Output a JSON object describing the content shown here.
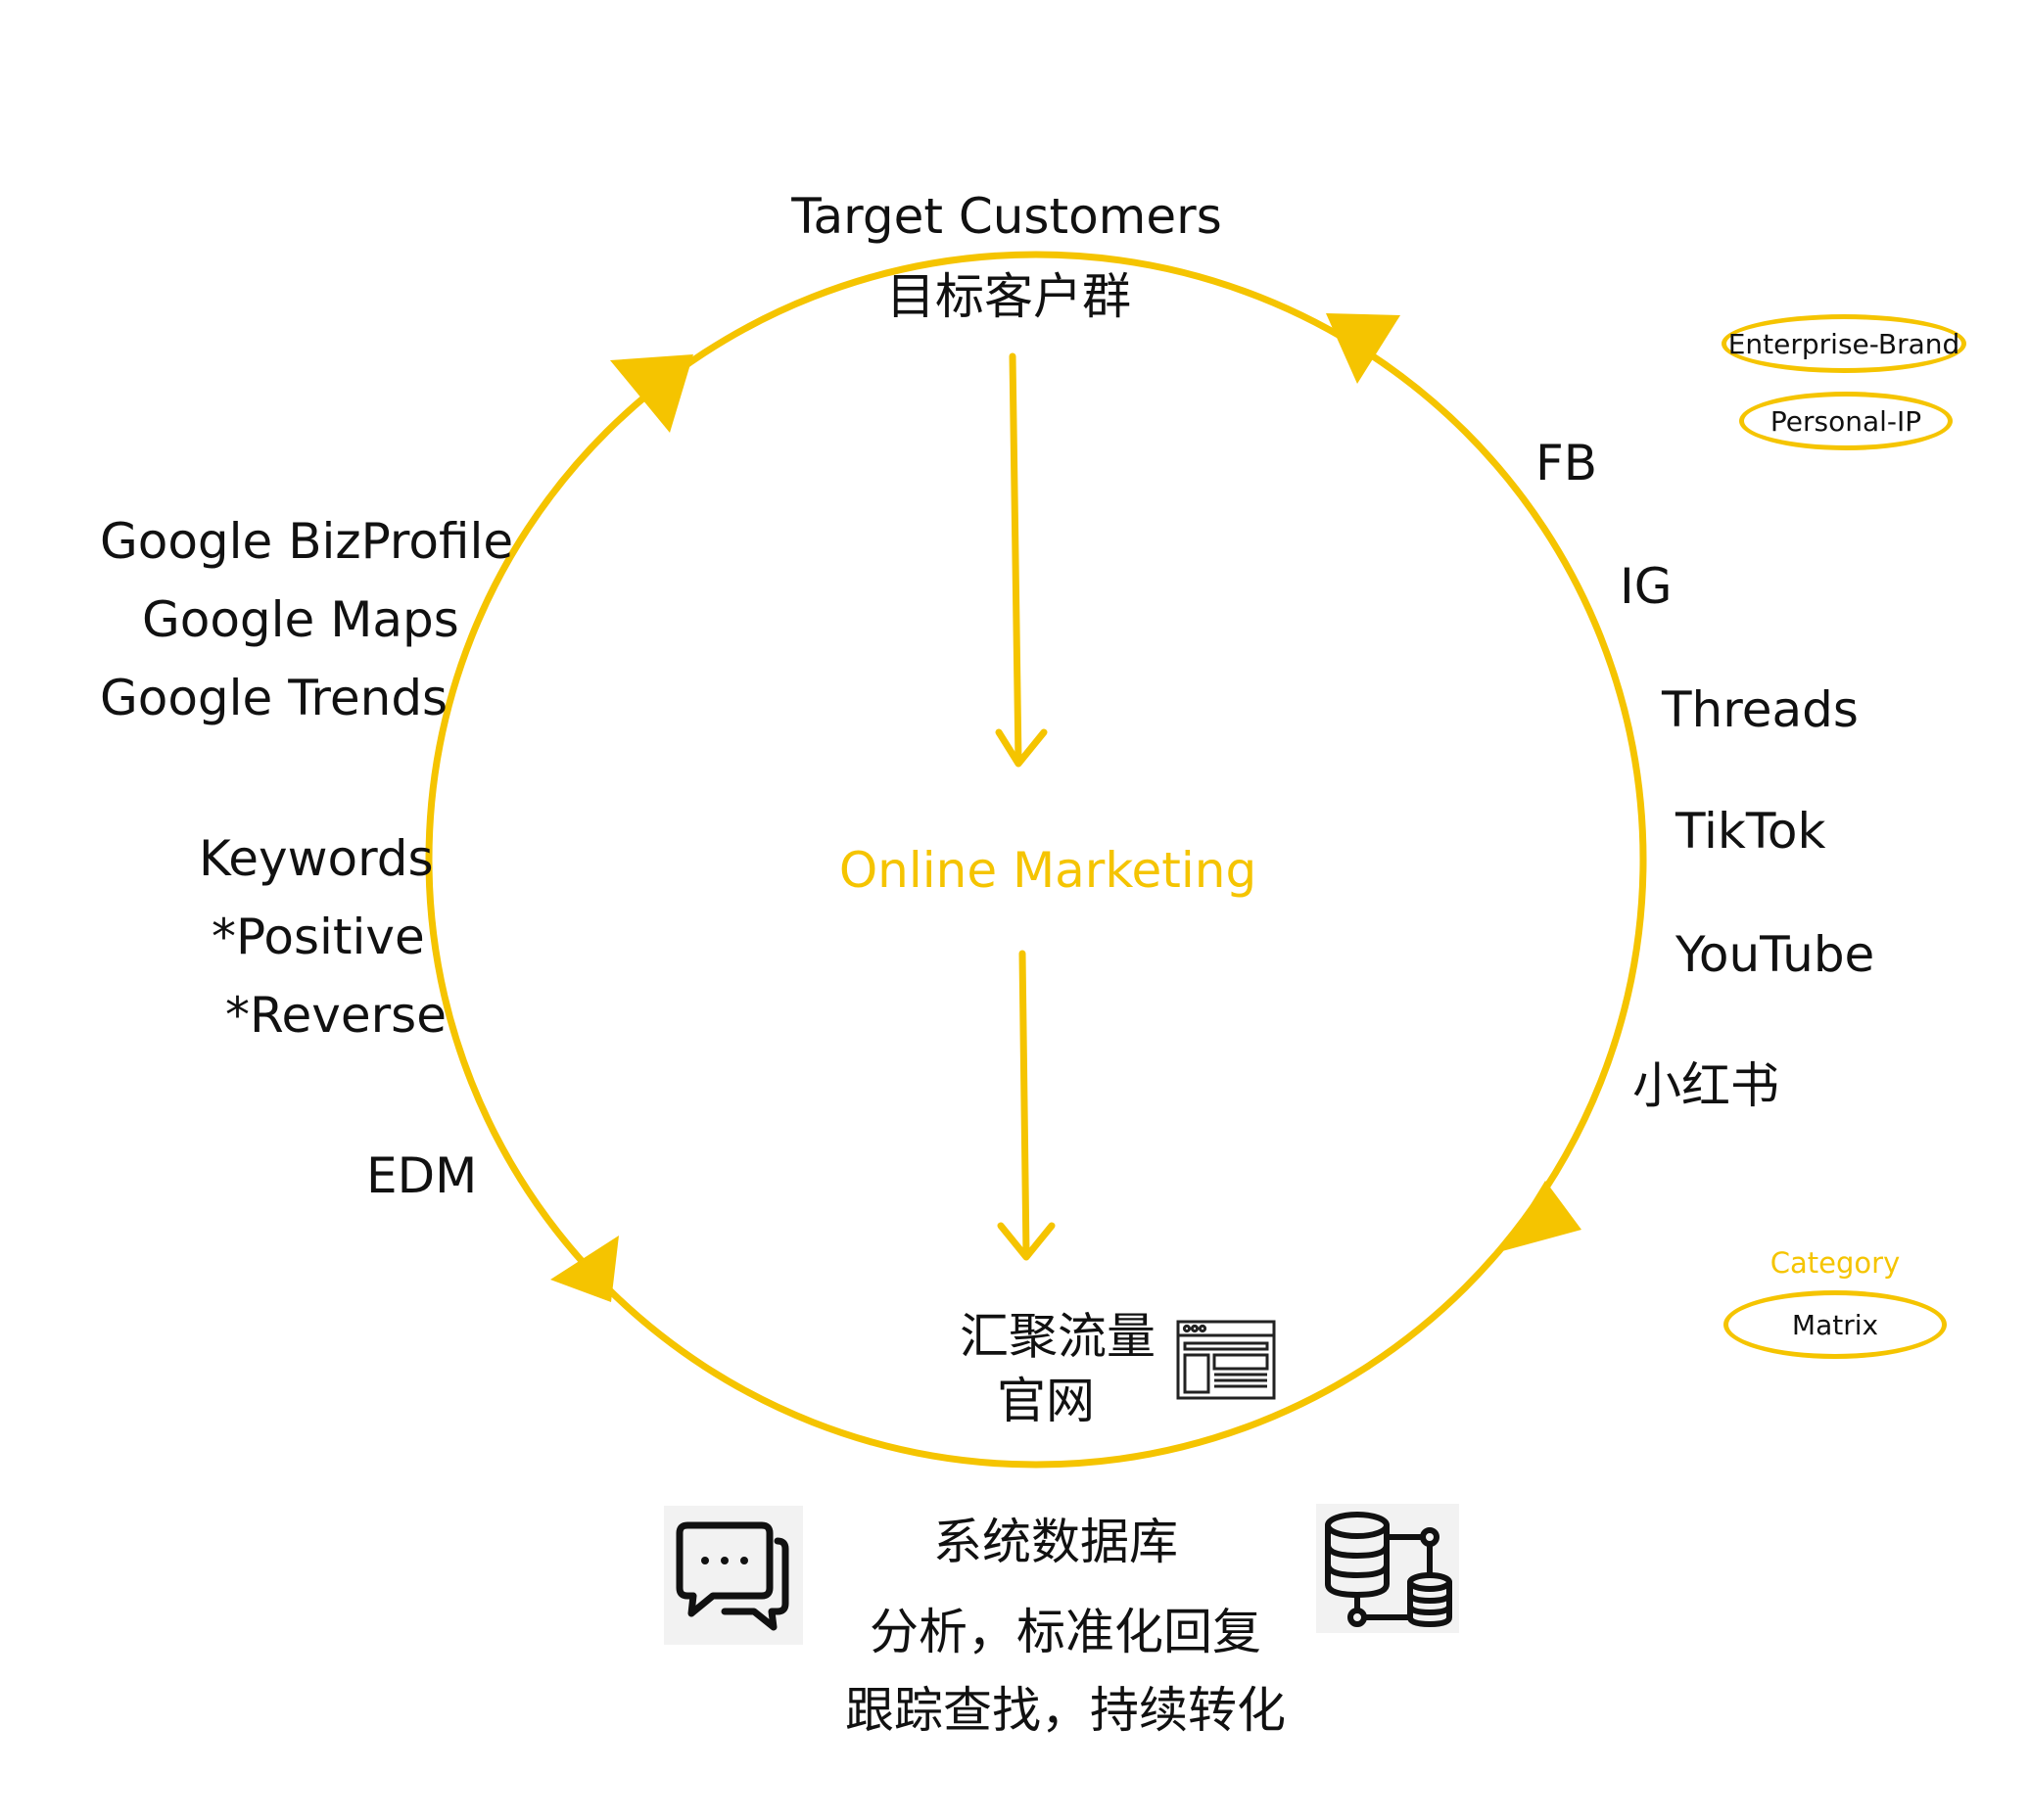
{
  "cycle": {
    "top_title_en": "Target Customers",
    "top_title_cn": "目标客户群",
    "center_label": "Online Marketing",
    "bottom_line1": "汇聚流量",
    "bottom_line2": "官网"
  },
  "left_labels": {
    "google": [
      "Google BizProfile",
      "Google Maps",
      "Google Trends"
    ],
    "keywords": [
      "Keywords",
      "*Positive",
      "*Reverse"
    ],
    "edm": "EDM"
  },
  "right_labels": [
    "FB",
    "IG",
    "Threads",
    "TikTok",
    "YouTube",
    "小红书"
  ],
  "legend": {
    "pill_enterprise": "Enterprise-Brand",
    "pill_personal": "Personal-IP",
    "category_label": "Category",
    "pill_matrix": "Matrix"
  },
  "database": {
    "title": "系统数据库",
    "line1": "分析，标准化回复",
    "line2": "跟踪查找，持续转化"
  },
  "icons": [
    "website-layout-icon",
    "chat-bubbles-icon",
    "database-network-icon"
  ],
  "colors": {
    "accent": "#f5c400",
    "text": "#111111",
    "icon_bg": "#f2f2f2"
  }
}
